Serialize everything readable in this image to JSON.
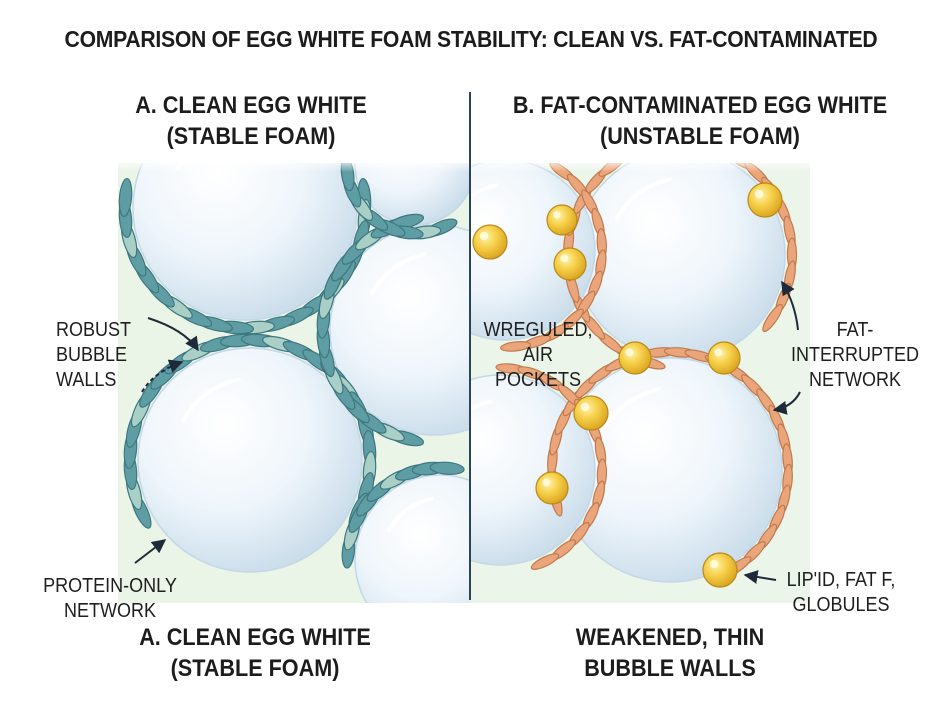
{
  "title": "COMPARISON OF EGG WHITE FOAM STABILITY: CLEAN VS. FAT-CONTAMINATED",
  "panel_a": {
    "title_line1": "A. CLEAN EGG WHITE",
    "title_line2": "(STABLE FOAM)",
    "label_walls": [
      "ROBUST",
      "BUBBLE",
      "WALLS"
    ],
    "label_network": [
      "PROTEIN-ONLY",
      "NETWORK"
    ],
    "bottom_line1": "A. CLEAN EGG WHITE",
    "bottom_line2": "(STABLE FOAM)"
  },
  "panel_b": {
    "title_line1": "B. FAT-CONTAMINATED EGG WHITE",
    "title_line2": "(UNSTABLE FOAM)",
    "label_pockets": [
      "WREGULED,",
      "AIR",
      "POCKETS"
    ],
    "label_network": [
      "FAT-",
      "INTERRUPTED",
      "NETWORK"
    ],
    "label_globules": [
      "LIP'ID, FAT F,",
      "GLOBULES"
    ],
    "bottom_line1": "WEAKENED, THIN",
    "bottom_line2": "BUBBLE WALLS"
  },
  "colors": {
    "clean_protein": "#5f9da5",
    "clean_protein_light": "#a9cfc6",
    "fat_protein": "#eba57b",
    "fat_globule": "#f1c83a",
    "bubble": "#e4eff8",
    "junction": "#d8ebd4"
  }
}
